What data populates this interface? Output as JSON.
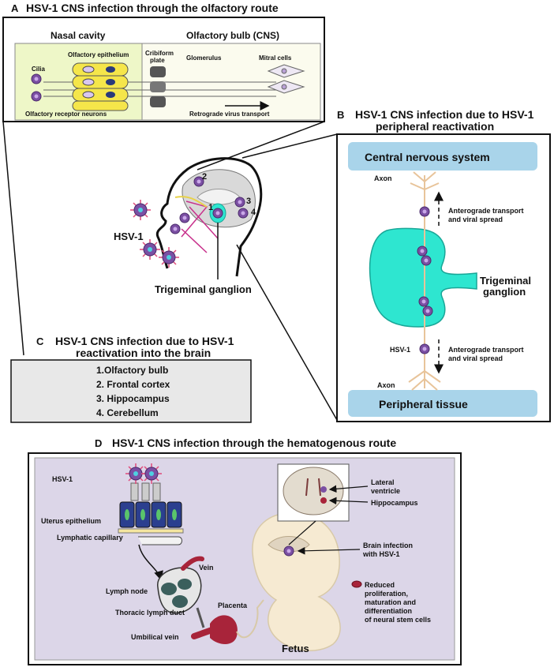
{
  "panel_a": {
    "letter": "A",
    "title": "HSV-1 CNS infection through the olfactory route",
    "nasal_cavity": "Nasal cavity",
    "olfactory_bulb": "Olfactory bulb (CNS)",
    "olfactory_epithelium": "Olfactory epithelium",
    "cilia": "Cilia",
    "cribiform_1": "Cribiform",
    "cribiform_2": "plate",
    "glomerulus": "Glomerulus",
    "mitral_cells": "Mitral cells",
    "receptor_neurons": "Olfactory receptor neurons",
    "retrograde": "Retrograde virus transport"
  },
  "head": {
    "hsv1": "HSV-1",
    "trigeminal": "Trigeminal ganglion",
    "n1": "1",
    "n2": "2",
    "n3": "3",
    "n4": "4"
  },
  "panel_b": {
    "letter": "B",
    "title_1": "HSV-1 CNS infection due to HSV-1",
    "title_2": "peripheral reactivation",
    "cns": "Central nervous system",
    "axon_top": "Axon",
    "antero_top_1": "Anterograde transport",
    "antero_top_2": "and viral spread",
    "trig_1": "Trigeminal",
    "trig_2": "ganglion",
    "hsv1": "HSV-1",
    "antero_bot_1": "Anterograde transport",
    "antero_bot_2": "and viral spread",
    "axon_bot": "Axon",
    "peripheral": "Peripheral tissue"
  },
  "panel_c": {
    "letter": "C",
    "title_1": "HSV-1 CNS infection due to HSV-1",
    "title_2": "reactivation into the brain",
    "items": [
      "1.Olfactory bulb",
      "2. Frontal cortex",
      "3. Hippocampus",
      "4. Cerebellum"
    ]
  },
  "panel_d": {
    "letter": "D",
    "title": "HSV-1 CNS infection through the hematogenous route",
    "hsv1": "HSV-1",
    "uterus": "Uterus epithelium",
    "lymphatic": "Lymphatic capillary",
    "vein": "Vein",
    "lymph_node": "Lymph node",
    "thoracic": "Thoracic lymph duct",
    "placenta": "Placenta",
    "umbilical": "Umbilical vein",
    "fetus": "Fetus",
    "lateral_1": "Lateral",
    "lateral_2": "ventricle",
    "hippocampus": "Hippocampus",
    "brain_inf_1": "Brain infection",
    "brain_inf_2": "with HSV-1",
    "reduced": [
      "Reduced",
      "proliferation,",
      "maturation and",
      "differentiation",
      "of neural stem cells"
    ]
  },
  "colors": {
    "cyan": "#2ee6d0",
    "light_blue": "#a9d4ea",
    "lavender": "#dcd6e8",
    "olfactory_green": "#eef7c8",
    "virus_purple": "#7b4fa3",
    "fetus": "#f6ead2",
    "dark_red": "#a8243a"
  }
}
